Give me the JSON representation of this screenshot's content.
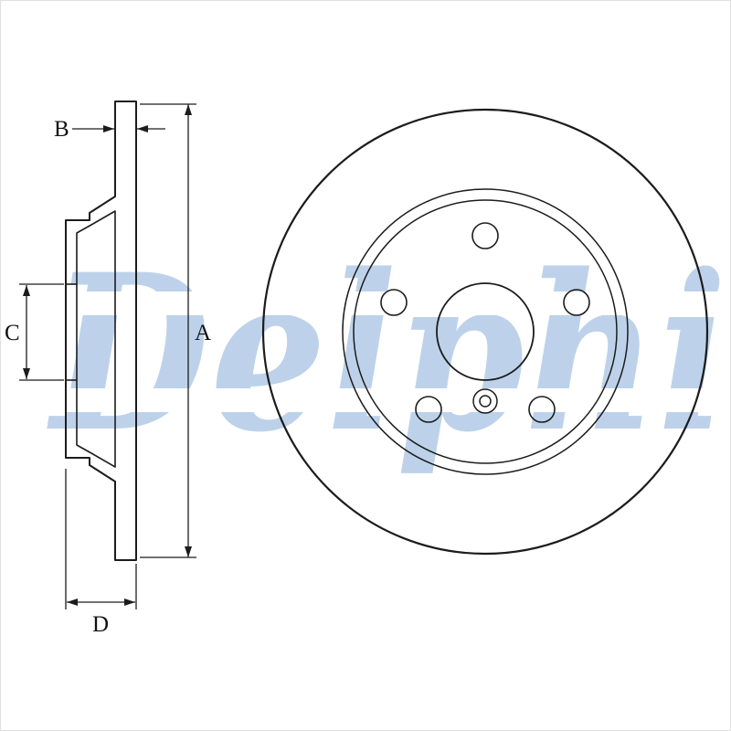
{
  "watermark": {
    "text": "Delphi",
    "color": "#bdd2ea"
  },
  "line_color": "#1c1c1c",
  "background": "#ffffff",
  "dimension_labels": {
    "a": "A",
    "b": "B",
    "c": "C",
    "d": "D"
  }
}
